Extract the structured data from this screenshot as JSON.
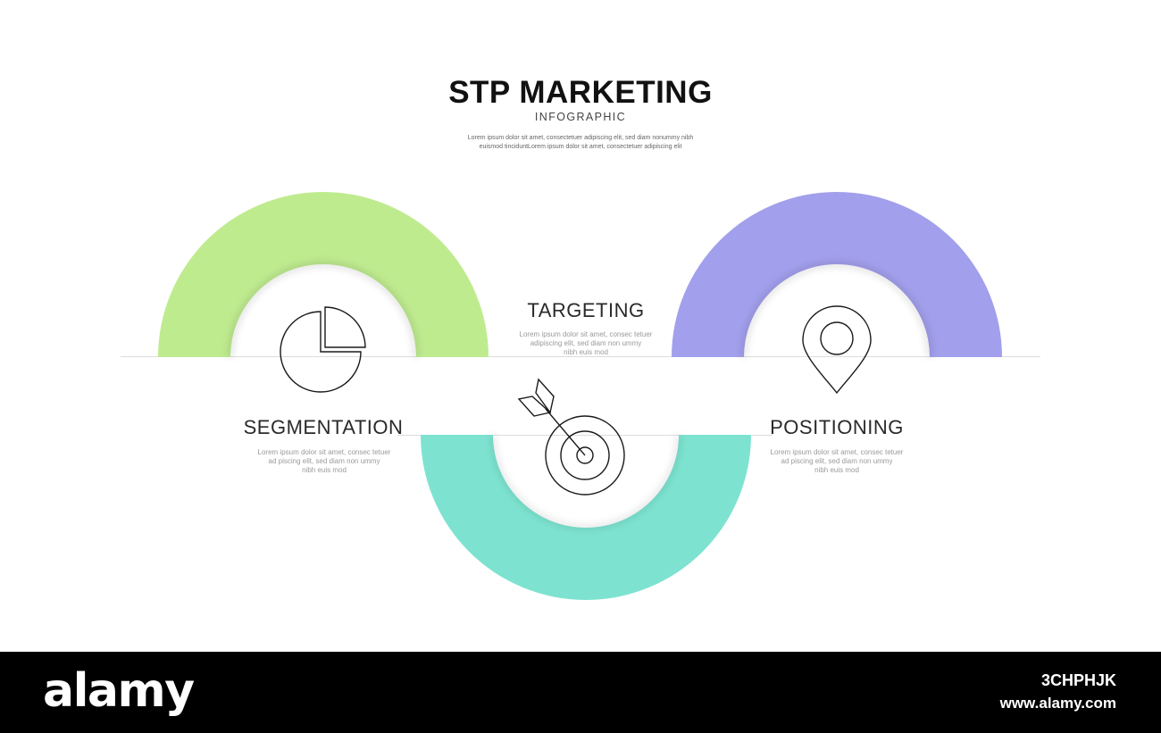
{
  "header": {
    "title": "STP MARKETING",
    "subtitle": "INFOGRAPHIC",
    "intro_line1": "Lorem ipsum dolor sit amet, consectetuer adipiscing elit, sed diam nonummy nibh",
    "intro_line2": "euismod tinciduntLorem ipsum dolor sit amet, consectetuer adipiscing elit"
  },
  "stages": {
    "segmentation": {
      "title": "SEGMENTATION",
      "line1": "Lorem ipsum dolor sit amet, consec tetuer",
      "line2": "ad piscing elit, sed diam non ummy",
      "line3": "nibh euis mod",
      "color": "#bfeb8f",
      "icon": "pie-chart-icon"
    },
    "targeting": {
      "title": "TARGETING",
      "line1": "Lorem ipsum dolor sit amet, consec tetuer",
      "line2": "adipiscing elit, sed diam non ummy",
      "line3": "nibh euis mod",
      "color": "#7de3d0",
      "icon": "target-dart-icon"
    },
    "positioning": {
      "title": "POSITIONING",
      "line1": "Lorem ipsum dolor sit amet, consec tetuer",
      "line2": "ad piscing elit, sed diam non ummy",
      "line3": "nibh euis mod",
      "color": "#a29fec",
      "icon": "location-pin-icon"
    }
  },
  "footer": {
    "brand": "alamy",
    "image_id": "3CHPHJK",
    "site": "www.alamy.com"
  }
}
